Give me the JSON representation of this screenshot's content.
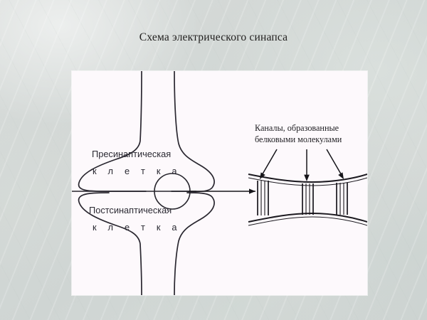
{
  "slide": {
    "title": "Схема электрического синапса",
    "background_color": "#d3d8d6",
    "panel_color": "#fdf9fc"
  },
  "figure": {
    "presynaptic": {
      "name_line1": "Пресинаптическая",
      "name_line2": "к л е т к а"
    },
    "postsynaptic": {
      "name_line1": "Постсинаптическая",
      "name_line2": "к л е т к а"
    },
    "callout": {
      "line1": "Каналы,  образованные",
      "line2": "белковыми молекулами"
    },
    "icons": {
      "magnify_circle": "circle-highlight-icon",
      "zoom_arrow": "right-arrow-icon",
      "channel_arrows": "down-arrow-icon"
    },
    "channel_count": 3,
    "stroke_color": "#26242c"
  }
}
